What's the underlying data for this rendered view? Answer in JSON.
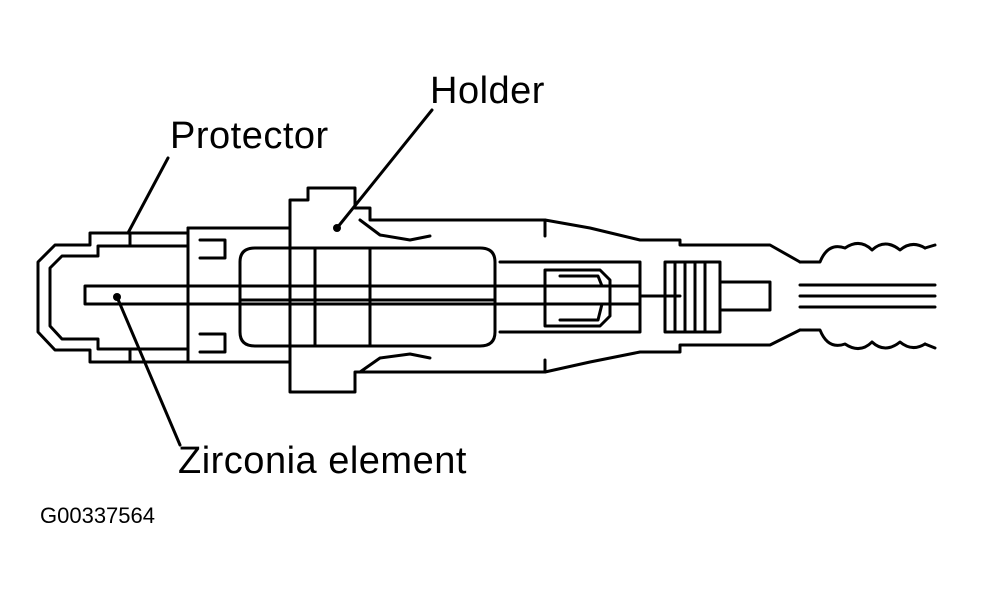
{
  "labels": {
    "holder": "Holder",
    "protector": "Protector",
    "zirconia_element": "Zirconia element"
  },
  "figure_id": "G00337564",
  "colors": {
    "ink": "#000000",
    "background": "#ffffff"
  }
}
